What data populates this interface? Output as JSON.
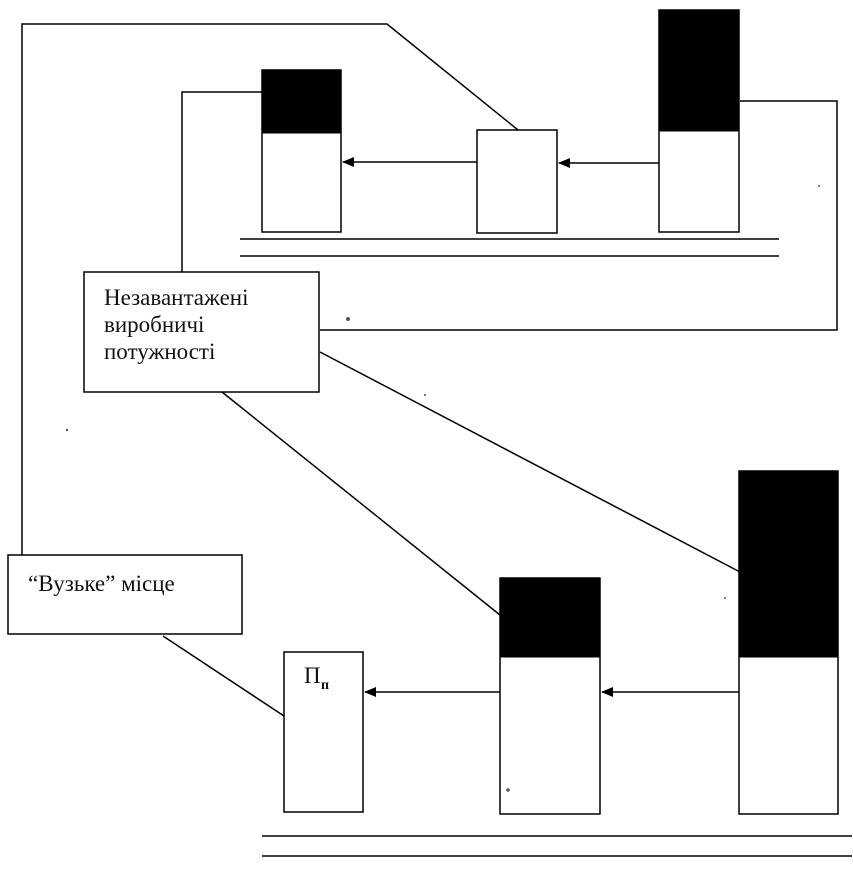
{
  "diagram": {
    "labels": {
      "unloaded_capacity_line1": "Незавантажені",
      "unloaded_capacity_line2": "виробничі",
      "unloaded_capacity_line3": "потужності",
      "bottleneck": "“Вузьке” місце",
      "pn_main": "П",
      "pn_sub": "п"
    },
    "colors": {
      "ink": "#000000",
      "paper": "#ffffff"
    }
  }
}
